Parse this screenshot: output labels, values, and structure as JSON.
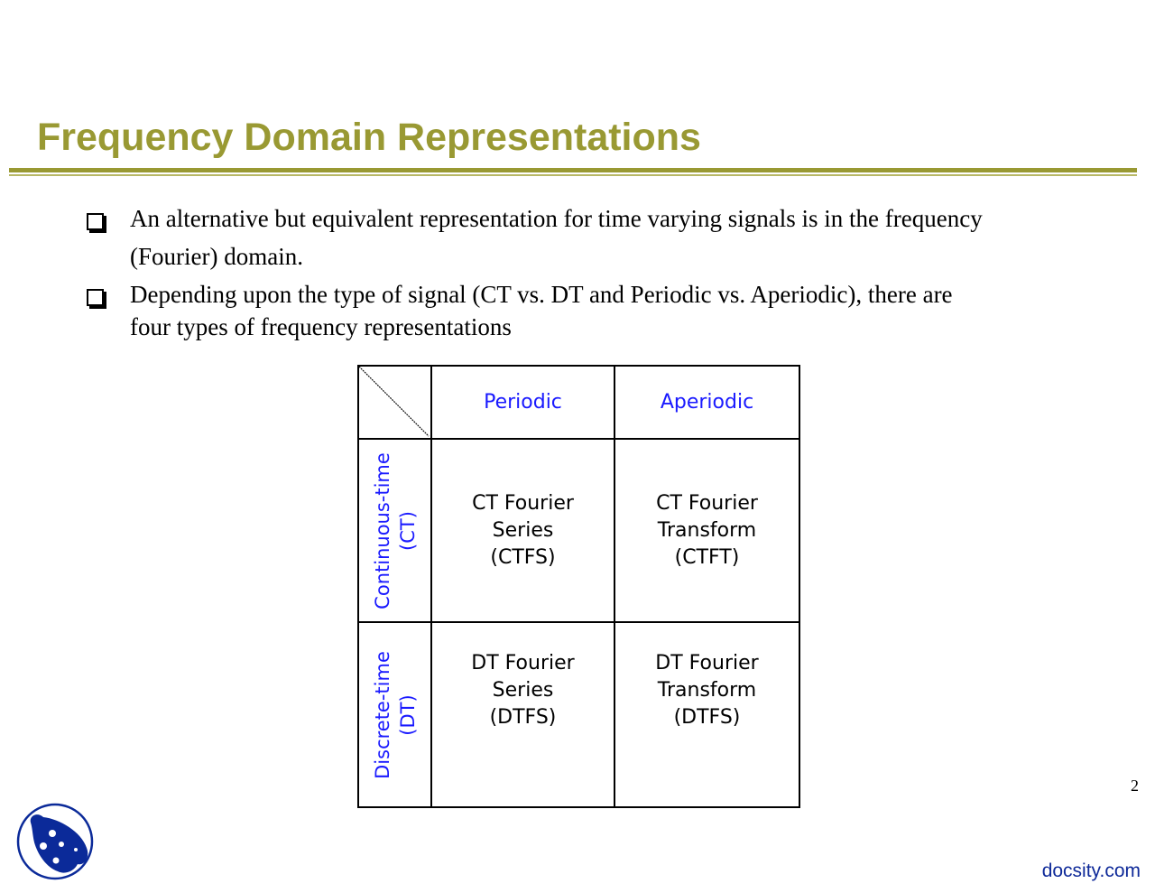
{
  "slide": {
    "title": "Frequency Domain Representations",
    "accent_color": "#999933",
    "page_number": "2",
    "footer_site": "docsity.com",
    "logo_icon": "docsity-ladybug-logo"
  },
  "bullets": [
    {
      "icon": "checkbox-square-icon",
      "line1": "An alternative but equivalent representation for time varying signals is in the frequency",
      "line2": "(Fourier) domain."
    },
    {
      "icon": "checkbox-square-icon",
      "line1": "Depending upon the type of signal (CT vs. DT and Periodic vs. Aperiodic), there are",
      "line2": "four types of frequency representations"
    }
  ],
  "table": {
    "header_color": "#1a1aff",
    "columns": [
      "Periodic",
      "Aperiodic"
    ],
    "rows": [
      {
        "label_line1": "Continuous-time",
        "label_line2": "(CT)",
        "cells": [
          [
            "CT Fourier",
            "Series",
            "(CTFS)"
          ],
          [
            "CT Fourier",
            "Transform",
            "(CTFT)"
          ]
        ]
      },
      {
        "label_line1": "Discrete-time",
        "label_line2": "(DT)",
        "cells": [
          [
            "DT Fourier",
            "Series",
            "(DTFS)"
          ],
          [
            "DT Fourier",
            "Transform",
            "(DTFS)"
          ]
        ]
      }
    ]
  }
}
